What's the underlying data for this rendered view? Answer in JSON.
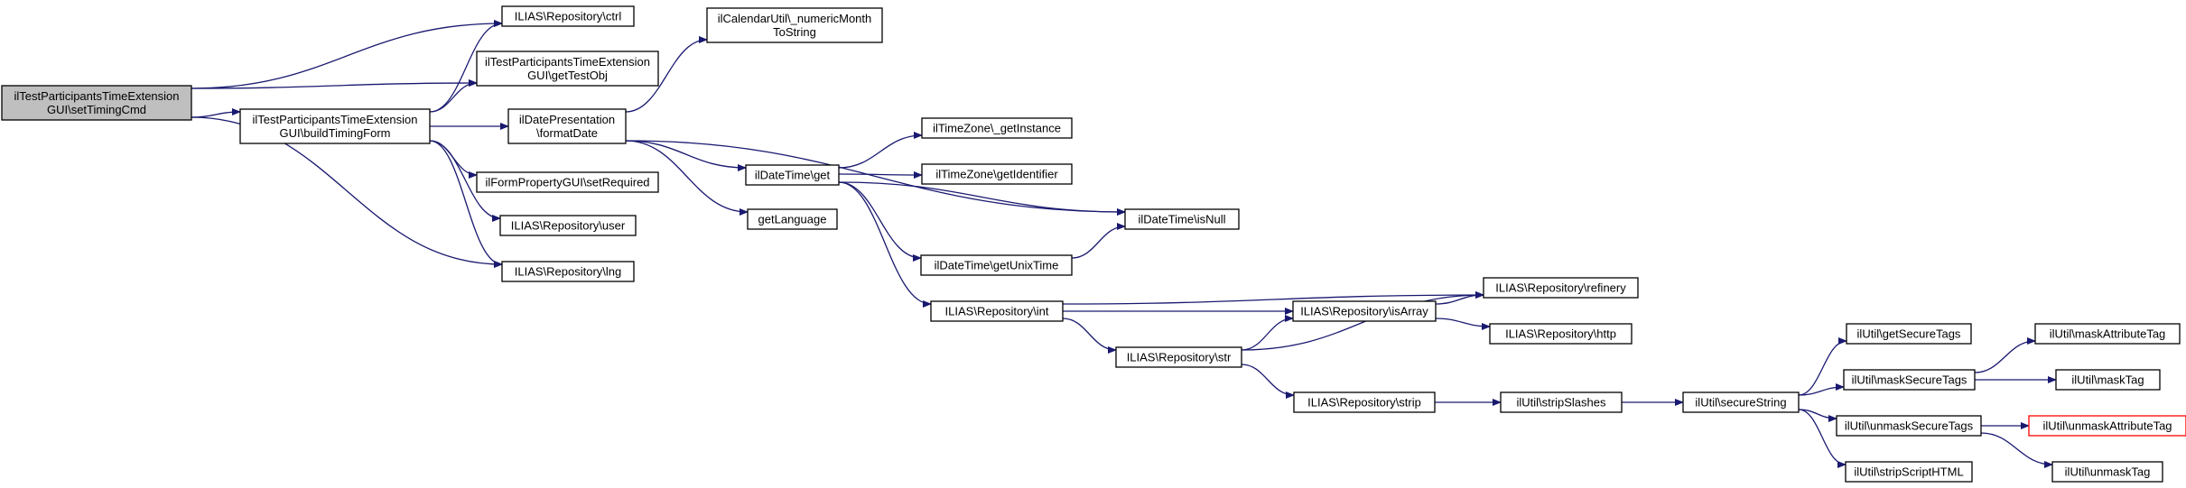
{
  "colors": {
    "edge": "#191970",
    "root_fill": "#bfbfbf",
    "node_fill": "#ffffff",
    "highlight_border": "#ff0000"
  },
  "nodes": [
    {
      "id": "root",
      "lines": [
        "ilTestParticipantsTimeExtension",
        "GUI\\setTimingCmd"
      ],
      "style": "root"
    },
    {
      "id": "ctrl",
      "lines": [
        "ILIAS\\Repository\\ctrl"
      ]
    },
    {
      "id": "getTestObj",
      "lines": [
        "ilTestParticipantsTimeExtension",
        "GUI\\getTestObj"
      ]
    },
    {
      "id": "buildTimingForm",
      "lines": [
        "ilTestParticipantsTimeExtension",
        "GUI\\buildTimingForm"
      ]
    },
    {
      "id": "lng",
      "lines": [
        "ILIAS\\Repository\\lng"
      ]
    },
    {
      "id": "formatDate",
      "lines": [
        "ilDatePresentation",
        "\\formatDate"
      ]
    },
    {
      "id": "setRequired",
      "lines": [
        "ilFormPropertyGUI\\setRequired"
      ]
    },
    {
      "id": "user",
      "lines": [
        "ILIAS\\Repository\\user"
      ]
    },
    {
      "id": "numericMonth",
      "lines": [
        "ilCalendarUtil\\_numericMonth",
        "ToString"
      ]
    },
    {
      "id": "dtGet",
      "lines": [
        "ilDateTime\\get"
      ]
    },
    {
      "id": "getLanguage",
      "lines": [
        "getLanguage"
      ]
    },
    {
      "id": "isNull",
      "lines": [
        "ilDateTime\\isNull"
      ]
    },
    {
      "id": "tzGetInstance",
      "lines": [
        "ilTimeZone\\_getInstance"
      ]
    },
    {
      "id": "tzGetIdentifier",
      "lines": [
        "ilTimeZone\\getIdentifier"
      ]
    },
    {
      "id": "getUnixTime",
      "lines": [
        "ilDateTime\\getUnixTime"
      ]
    },
    {
      "id": "repoInt",
      "lines": [
        "ILIAS\\Repository\\int"
      ]
    },
    {
      "id": "repoStr",
      "lines": [
        "ILIAS\\Repository\\str"
      ]
    },
    {
      "id": "isArray",
      "lines": [
        "ILIAS\\Repository\\isArray"
      ]
    },
    {
      "id": "refinery",
      "lines": [
        "ILIAS\\Repository\\refinery"
      ]
    },
    {
      "id": "http",
      "lines": [
        "ILIAS\\Repository\\http"
      ]
    },
    {
      "id": "strip",
      "lines": [
        "ILIAS\\Repository\\strip"
      ]
    },
    {
      "id": "stripSlashes",
      "lines": [
        "ilUtil\\stripSlashes"
      ]
    },
    {
      "id": "secureString",
      "lines": [
        "ilUtil\\secureString"
      ]
    },
    {
      "id": "getSecureTags",
      "lines": [
        "ilUtil\\getSecureTags"
      ]
    },
    {
      "id": "maskSecureTags",
      "lines": [
        "ilUtil\\maskSecureTags"
      ]
    },
    {
      "id": "unmaskSecureTags",
      "lines": [
        "ilUtil\\unmaskSecureTags"
      ]
    },
    {
      "id": "stripScriptHTML",
      "lines": [
        "ilUtil\\stripScriptHTML"
      ]
    },
    {
      "id": "maskAttributeTag",
      "lines": [
        "ilUtil\\maskAttributeTag"
      ]
    },
    {
      "id": "maskTag",
      "lines": [
        "ilUtil\\maskTag"
      ]
    },
    {
      "id": "unmaskAttributeTag",
      "lines": [
        "ilUtil\\unmaskAttributeTag"
      ],
      "style": "highlight"
    },
    {
      "id": "unmaskTag",
      "lines": [
        "ilUtil\\unmaskTag"
      ]
    }
  ],
  "edges": [
    [
      "root",
      "ctrl"
    ],
    [
      "root",
      "getTestObj"
    ],
    [
      "root",
      "buildTimingForm"
    ],
    [
      "root",
      "lng"
    ],
    [
      "buildTimingForm",
      "ctrl"
    ],
    [
      "buildTimingForm",
      "getTestObj"
    ],
    [
      "buildTimingForm",
      "formatDate"
    ],
    [
      "buildTimingForm",
      "setRequired"
    ],
    [
      "buildTimingForm",
      "user"
    ],
    [
      "buildTimingForm",
      "lng"
    ],
    [
      "formatDate",
      "numericMonth"
    ],
    [
      "formatDate",
      "isNull"
    ],
    [
      "formatDate",
      "dtGet"
    ],
    [
      "formatDate",
      "getLanguage"
    ],
    [
      "dtGet",
      "tzGetInstance"
    ],
    [
      "dtGet",
      "tzGetIdentifier"
    ],
    [
      "dtGet",
      "isNull"
    ],
    [
      "dtGet",
      "getUnixTime"
    ],
    [
      "dtGet",
      "repoInt"
    ],
    [
      "getUnixTime",
      "isNull"
    ],
    [
      "repoInt",
      "refinery"
    ],
    [
      "repoInt",
      "isArray"
    ],
    [
      "repoInt",
      "repoStr"
    ],
    [
      "repoStr",
      "isArray"
    ],
    [
      "repoStr",
      "refinery"
    ],
    [
      "repoStr",
      "strip"
    ],
    [
      "isArray",
      "refinery"
    ],
    [
      "isArray",
      "http"
    ],
    [
      "strip",
      "stripSlashes"
    ],
    [
      "stripSlashes",
      "secureString"
    ],
    [
      "secureString",
      "getSecureTags"
    ],
    [
      "secureString",
      "maskSecureTags"
    ],
    [
      "secureString",
      "unmaskSecureTags"
    ],
    [
      "secureString",
      "stripScriptHTML"
    ],
    [
      "maskSecureTags",
      "maskAttributeTag"
    ],
    [
      "maskSecureTags",
      "maskTag"
    ],
    [
      "unmaskSecureTags",
      "unmaskAttributeTag"
    ],
    [
      "unmaskSecureTags",
      "unmaskTag"
    ]
  ]
}
